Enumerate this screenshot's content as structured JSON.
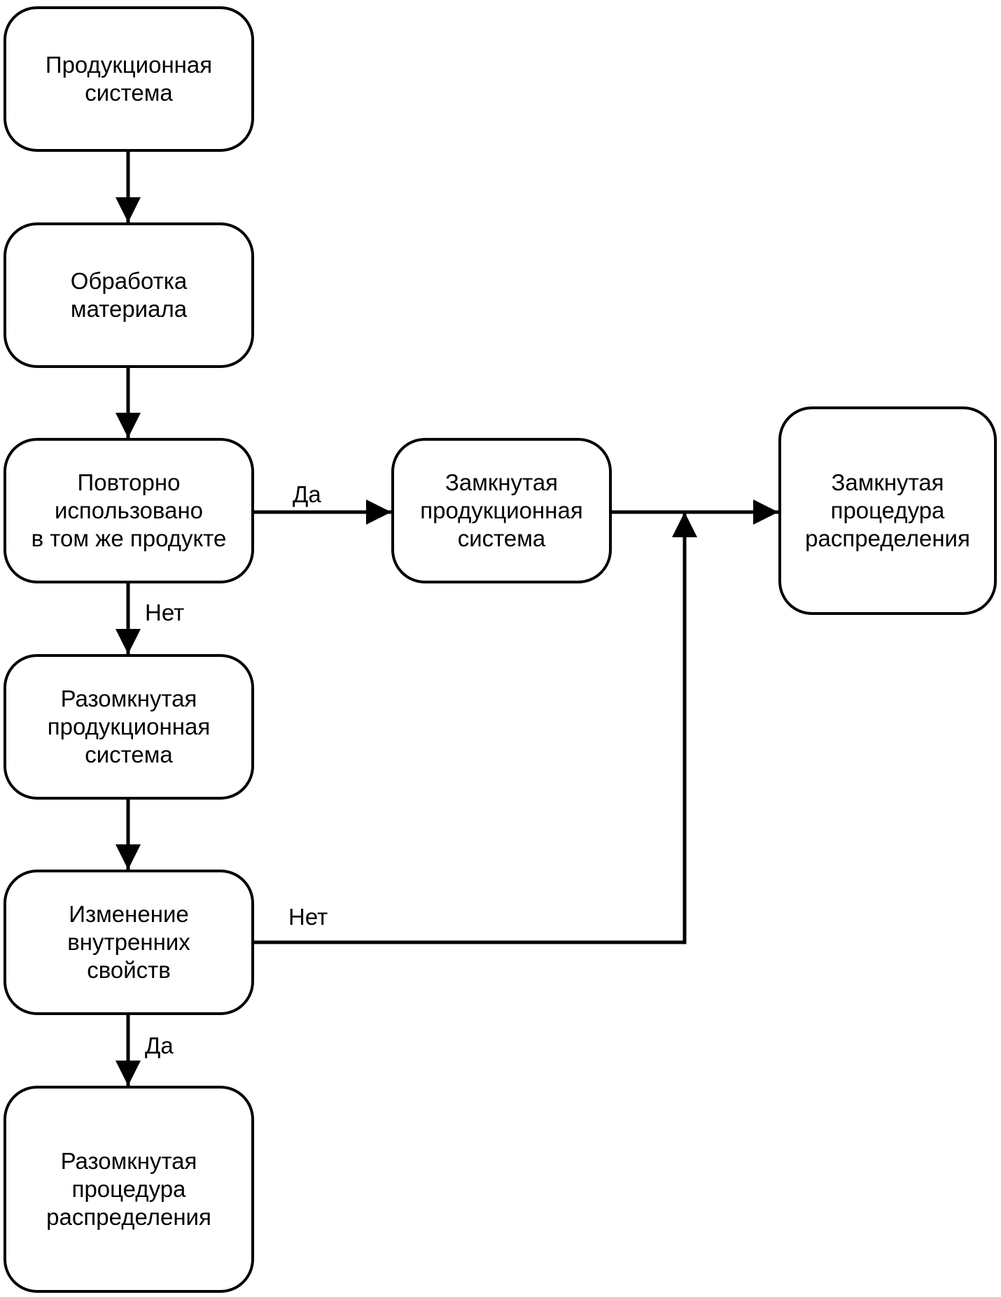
{
  "nodes": {
    "production_system": "Продукционная\nсистема",
    "material_processing": "Обработка\nматериала",
    "reused_same_product": "Повторно\nиспользовано\nв том же продукте",
    "open_production_system": "Разомкнутая\nпродукционная\nсистема",
    "change_intrinsic_properties": "Изменение\nвнутренних\nсвойств",
    "open_distribution_procedure": "Разомкнутая\nпроцедура\nраспределения",
    "closed_production_system": "Замкнутая\nпродукционная\nсистема",
    "closed_distribution_procedure": "Замкнутая\nпроцедура\nраспределения"
  },
  "edges": {
    "reuse_yes": "Да",
    "reuse_no": "Нет",
    "change_no": "Нет",
    "change_yes": "Да"
  }
}
